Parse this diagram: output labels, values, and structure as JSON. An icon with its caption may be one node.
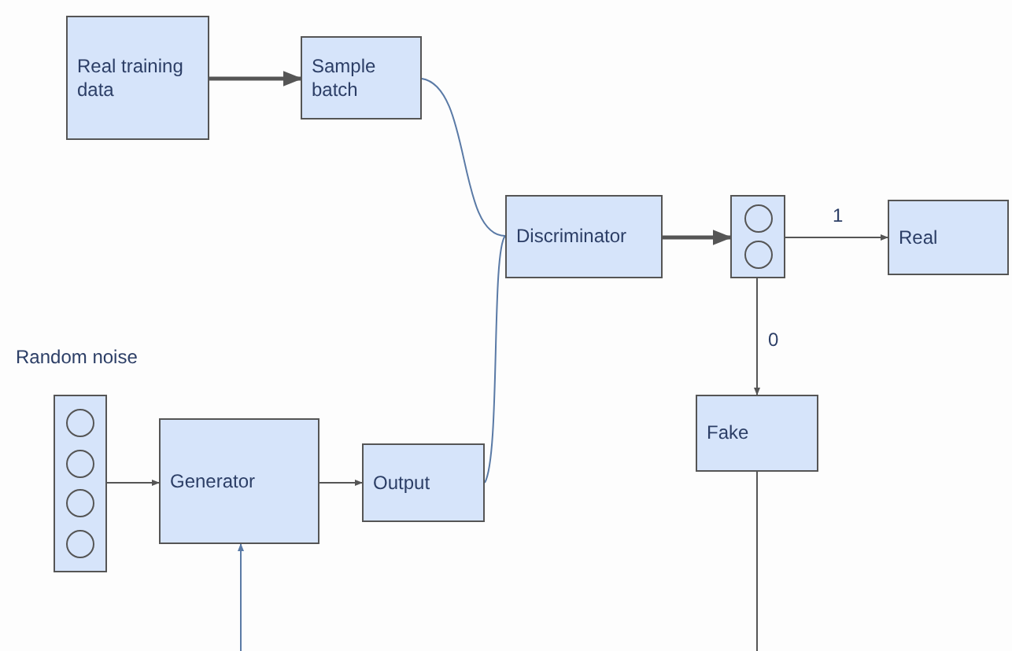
{
  "diagram": {
    "nodes": [
      {
        "text": [
          "Real training data"
        ]
      },
      {
        "text": [
          "Sample batch"
        ]
      },
      {
        "text": [
          "Discriminator"
        ]
      },
      {
        "text": [],
        "shape": "box"
      },
      {
        "text": [
          "Real"
        ]
      },
      {
        "text": [
          "Random noise"
        ]
      },
      {
        "text": [
          "Generator"
        ]
      },
      {
        "text": [
          "Output"
        ]
      },
      {
        "text": [
          "Fake"
        ]
      }
    ],
    "edges": [
      {
        "from": 0,
        "to": 1,
        "arrow": "to",
        "style": "thick"
      },
      {
        "from": 1,
        "to": 2,
        "arrow": "none",
        "color": "#5a7aa6"
      },
      {
        "from": 7,
        "to": 2,
        "arrow": "none",
        "color": "#5a7aa6"
      },
      {
        "from": 2,
        "to": 3,
        "arrow": "to",
        "style": "thick"
      },
      {
        "from": 3,
        "to": 4,
        "arrow": "to",
        "label": "1"
      },
      {
        "from": 3,
        "to": 8,
        "arrow": "to",
        "label": "0"
      },
      {
        "from": 5,
        "to": 6,
        "arrow": "to"
      },
      {
        "from": 6,
        "to": 7,
        "arrow": "to"
      },
      {
        "from": null,
        "to": 6,
        "arrow": "to",
        "color": "#5a7aa6"
      },
      {
        "from": 8,
        "to": null,
        "arrow": "none"
      }
    ]
  }
}
